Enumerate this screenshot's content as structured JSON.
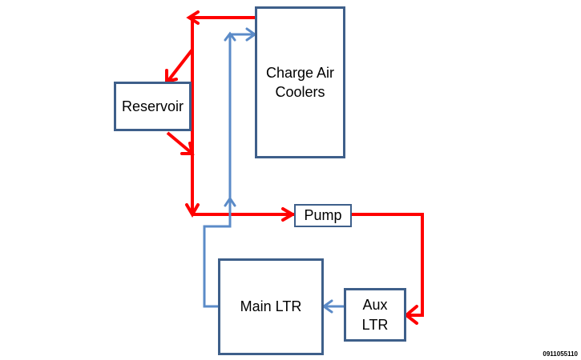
{
  "diagram": {
    "nodes": {
      "charge_air_coolers": "Charge Air\nCoolers",
      "reservoir": "Reservoir",
      "pump": "Pump",
      "main_ltr": "Main LTR",
      "aux_ltr": "Aux\nLTR"
    },
    "image_code": "0911055110",
    "colors": {
      "hot_flow": "#ff0000",
      "cool_flow": "#5b8bc8",
      "box_border": "#3e5f8a"
    }
  }
}
